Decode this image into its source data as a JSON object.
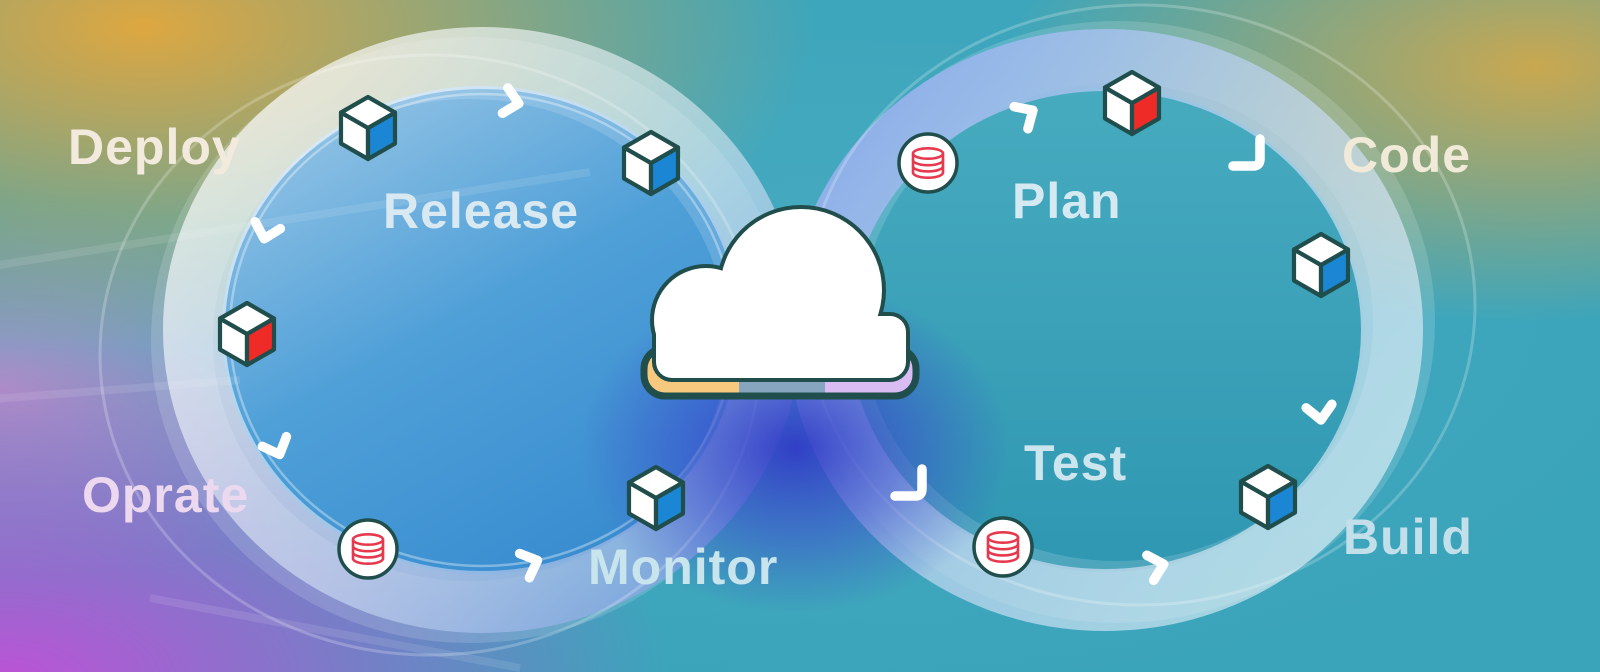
{
  "labels": {
    "deploy": "Deploy",
    "release": "Release",
    "operate": "Oprate",
    "monitor": "Monitor",
    "plan": "Plan",
    "test": "Test",
    "code": "Code",
    "build": "Build"
  },
  "icons": {
    "center": "cloud-icon",
    "cube_blue": "cube-icon-blue-face",
    "cube_red": "cube-icon-red-face",
    "database": "database-icon",
    "chevron": "chevron-arrow-icon",
    "corner": "corner-arrow-icon"
  },
  "colors": {
    "cube_blue": "#1b87d4",
    "cube_red": "#ee2b26",
    "database_red": "#e6394e",
    "outline_dark": "#204e4c",
    "arrow_white": "#ffffff",
    "cloud_white": "#ffffff",
    "cloud_bar_orange": "#f7c97e",
    "cloud_bar_slate": "#87a5bf",
    "cloud_bar_purple": "#d9bcf1",
    "bg_teal": "#3aa4ba",
    "bg_amber": "#e0a440",
    "bg_magenta": "#c455d6",
    "bg_pink": "#e48dcb",
    "loop_indigo": "#3c49c3",
    "loop_periwinkle": "#9db9e6",
    "loop_interior_blue": "#4fa0d8"
  }
}
